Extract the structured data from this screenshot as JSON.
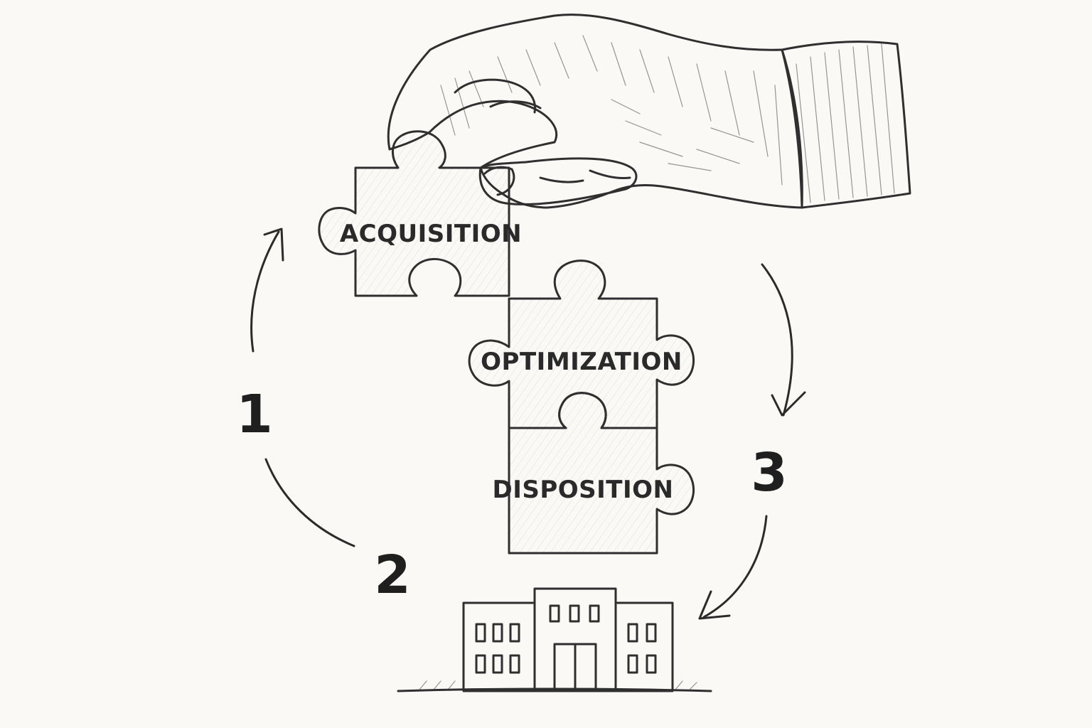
{
  "colors": {
    "background": "#fbf9f6",
    "acquisition": "#f2cf6b",
    "optimization": "#b7cad6",
    "disposition": "#f1aba4",
    "ink": "#2b2b2b"
  },
  "pieces": {
    "acquisition": "ACQUISITION",
    "optimization": "OPTIMIZATION",
    "disposition": "DISPOSITION"
  },
  "steps": {
    "one": "1",
    "two": "2",
    "three": "3"
  },
  "icons": {
    "hand": "hand-icon",
    "building": "building-icon",
    "arrows": "curved-arrow-icon"
  }
}
